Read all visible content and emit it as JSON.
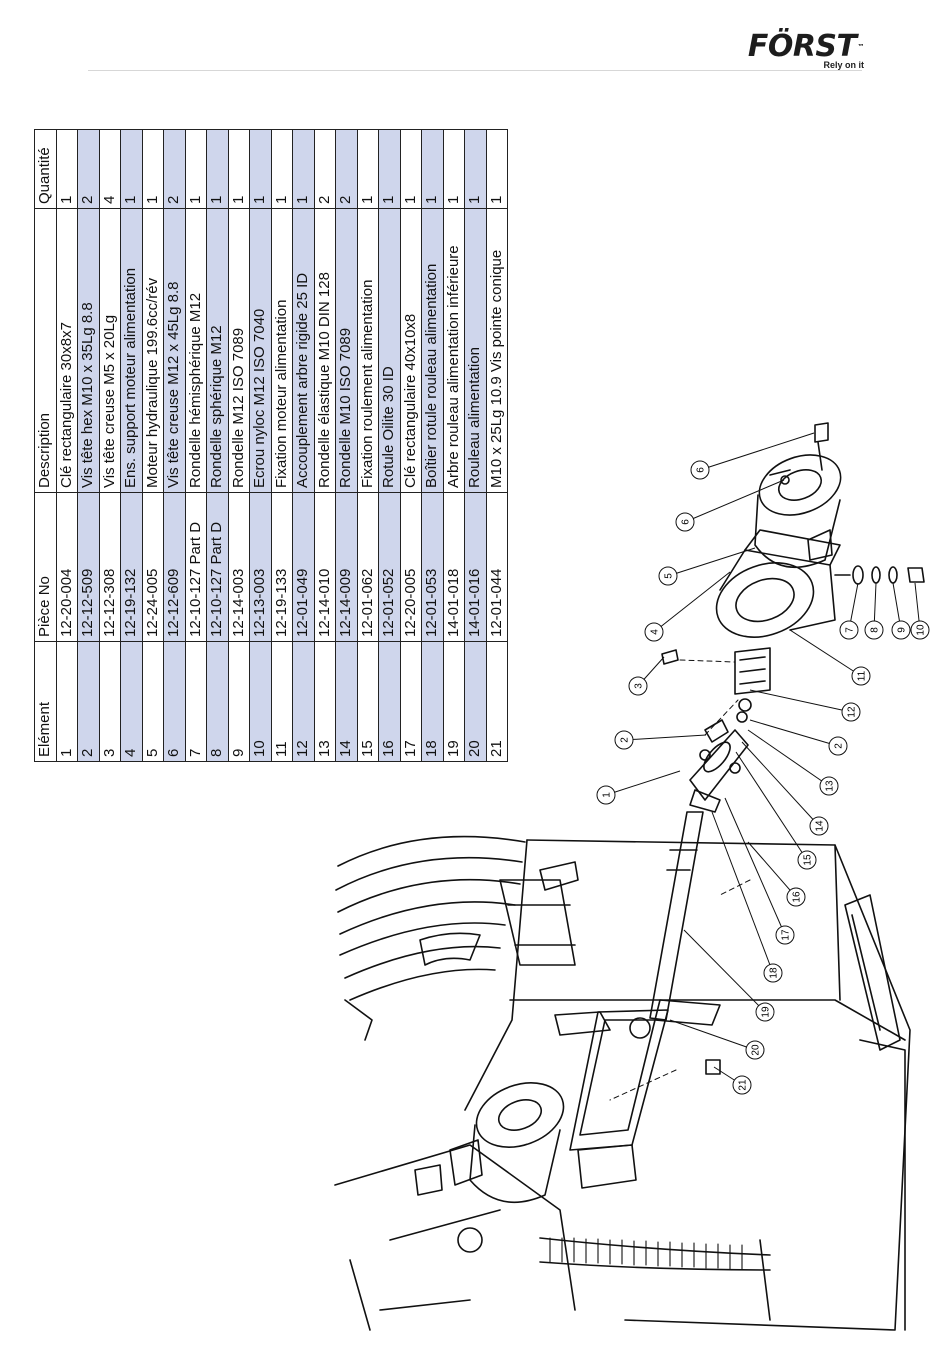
{
  "brand": {
    "name": "FÖRST",
    "mark": "™",
    "tagline": "Rely on it"
  },
  "table": {
    "headers": [
      "Elément",
      "Pièce No",
      "Description",
      "Quantité"
    ],
    "rows": [
      [
        "1",
        "12-20-004",
        "Clé rectangulaire 30x8x7",
        "1"
      ],
      [
        "2",
        "12-12-509",
        "Vis tête hex M10 x 35Lg 8.8",
        "2"
      ],
      [
        "3",
        "12-12-308",
        "Vis tête creuse M5 x 20Lg",
        "4"
      ],
      [
        "4",
        "12-19-132",
        "Ens. support moteur alimentation",
        "1"
      ],
      [
        "5",
        "12-24-005",
        "Moteur hydraulique 199.6cc/rév",
        "1"
      ],
      [
        "6",
        "12-12-609",
        "Vis tête creuse M12 x 45Lg 8.8",
        "2"
      ],
      [
        "7",
        "12-10-127 Part D",
        "Rondelle hémisphérique M12",
        "1"
      ],
      [
        "8",
        "12-10-127 Part D",
        "Rondelle sphérique M12",
        "1"
      ],
      [
        "9",
        "12-14-003",
        "Rondelle M12 ISO 7089",
        "1"
      ],
      [
        "10",
        "12-13-003",
        "Ecrou nyloc M12 ISO 7040",
        "1"
      ],
      [
        "11",
        "12-19-133",
        "Fixation moteur alimentation",
        "1"
      ],
      [
        "12",
        "12-01-049",
        "Accouplement arbre rigide 25 ID",
        "1"
      ],
      [
        "13",
        "12-14-010",
        "Rondelle élastique M10 DIN 128",
        "2"
      ],
      [
        "14",
        "12-14-009",
        "Rondelle M10 ISO 7089",
        "2"
      ],
      [
        "15",
        "12-01-062",
        "Fixation roulement alimentation",
        "1"
      ],
      [
        "16",
        "12-01-052",
        "Rotule Oilite 30 ID",
        "1"
      ],
      [
        "17",
        "12-20-005",
        "Clé rectangulaire 40x10x8",
        "1"
      ],
      [
        "18",
        "12-01-053",
        "Boîtier rotule rouleau alimentation",
        "1"
      ],
      [
        "19",
        "14-01-018",
        "Arbre rouleau alimentation inférieure",
        "1"
      ],
      [
        "20",
        "14-01-016",
        "Rouleau alimentation",
        "1"
      ],
      [
        "21",
        "12-01-044",
        "M10 x 25Lg 10.9 Vis pointe conique",
        "1"
      ]
    ]
  },
  "callouts": [
    "1",
    "2",
    "3",
    "4",
    "5",
    "6",
    "6",
    "7",
    "8",
    "9",
    "10",
    "11",
    "12",
    "2",
    "13",
    "14",
    "15",
    "16",
    "17",
    "18",
    "19",
    "20",
    "21"
  ]
}
